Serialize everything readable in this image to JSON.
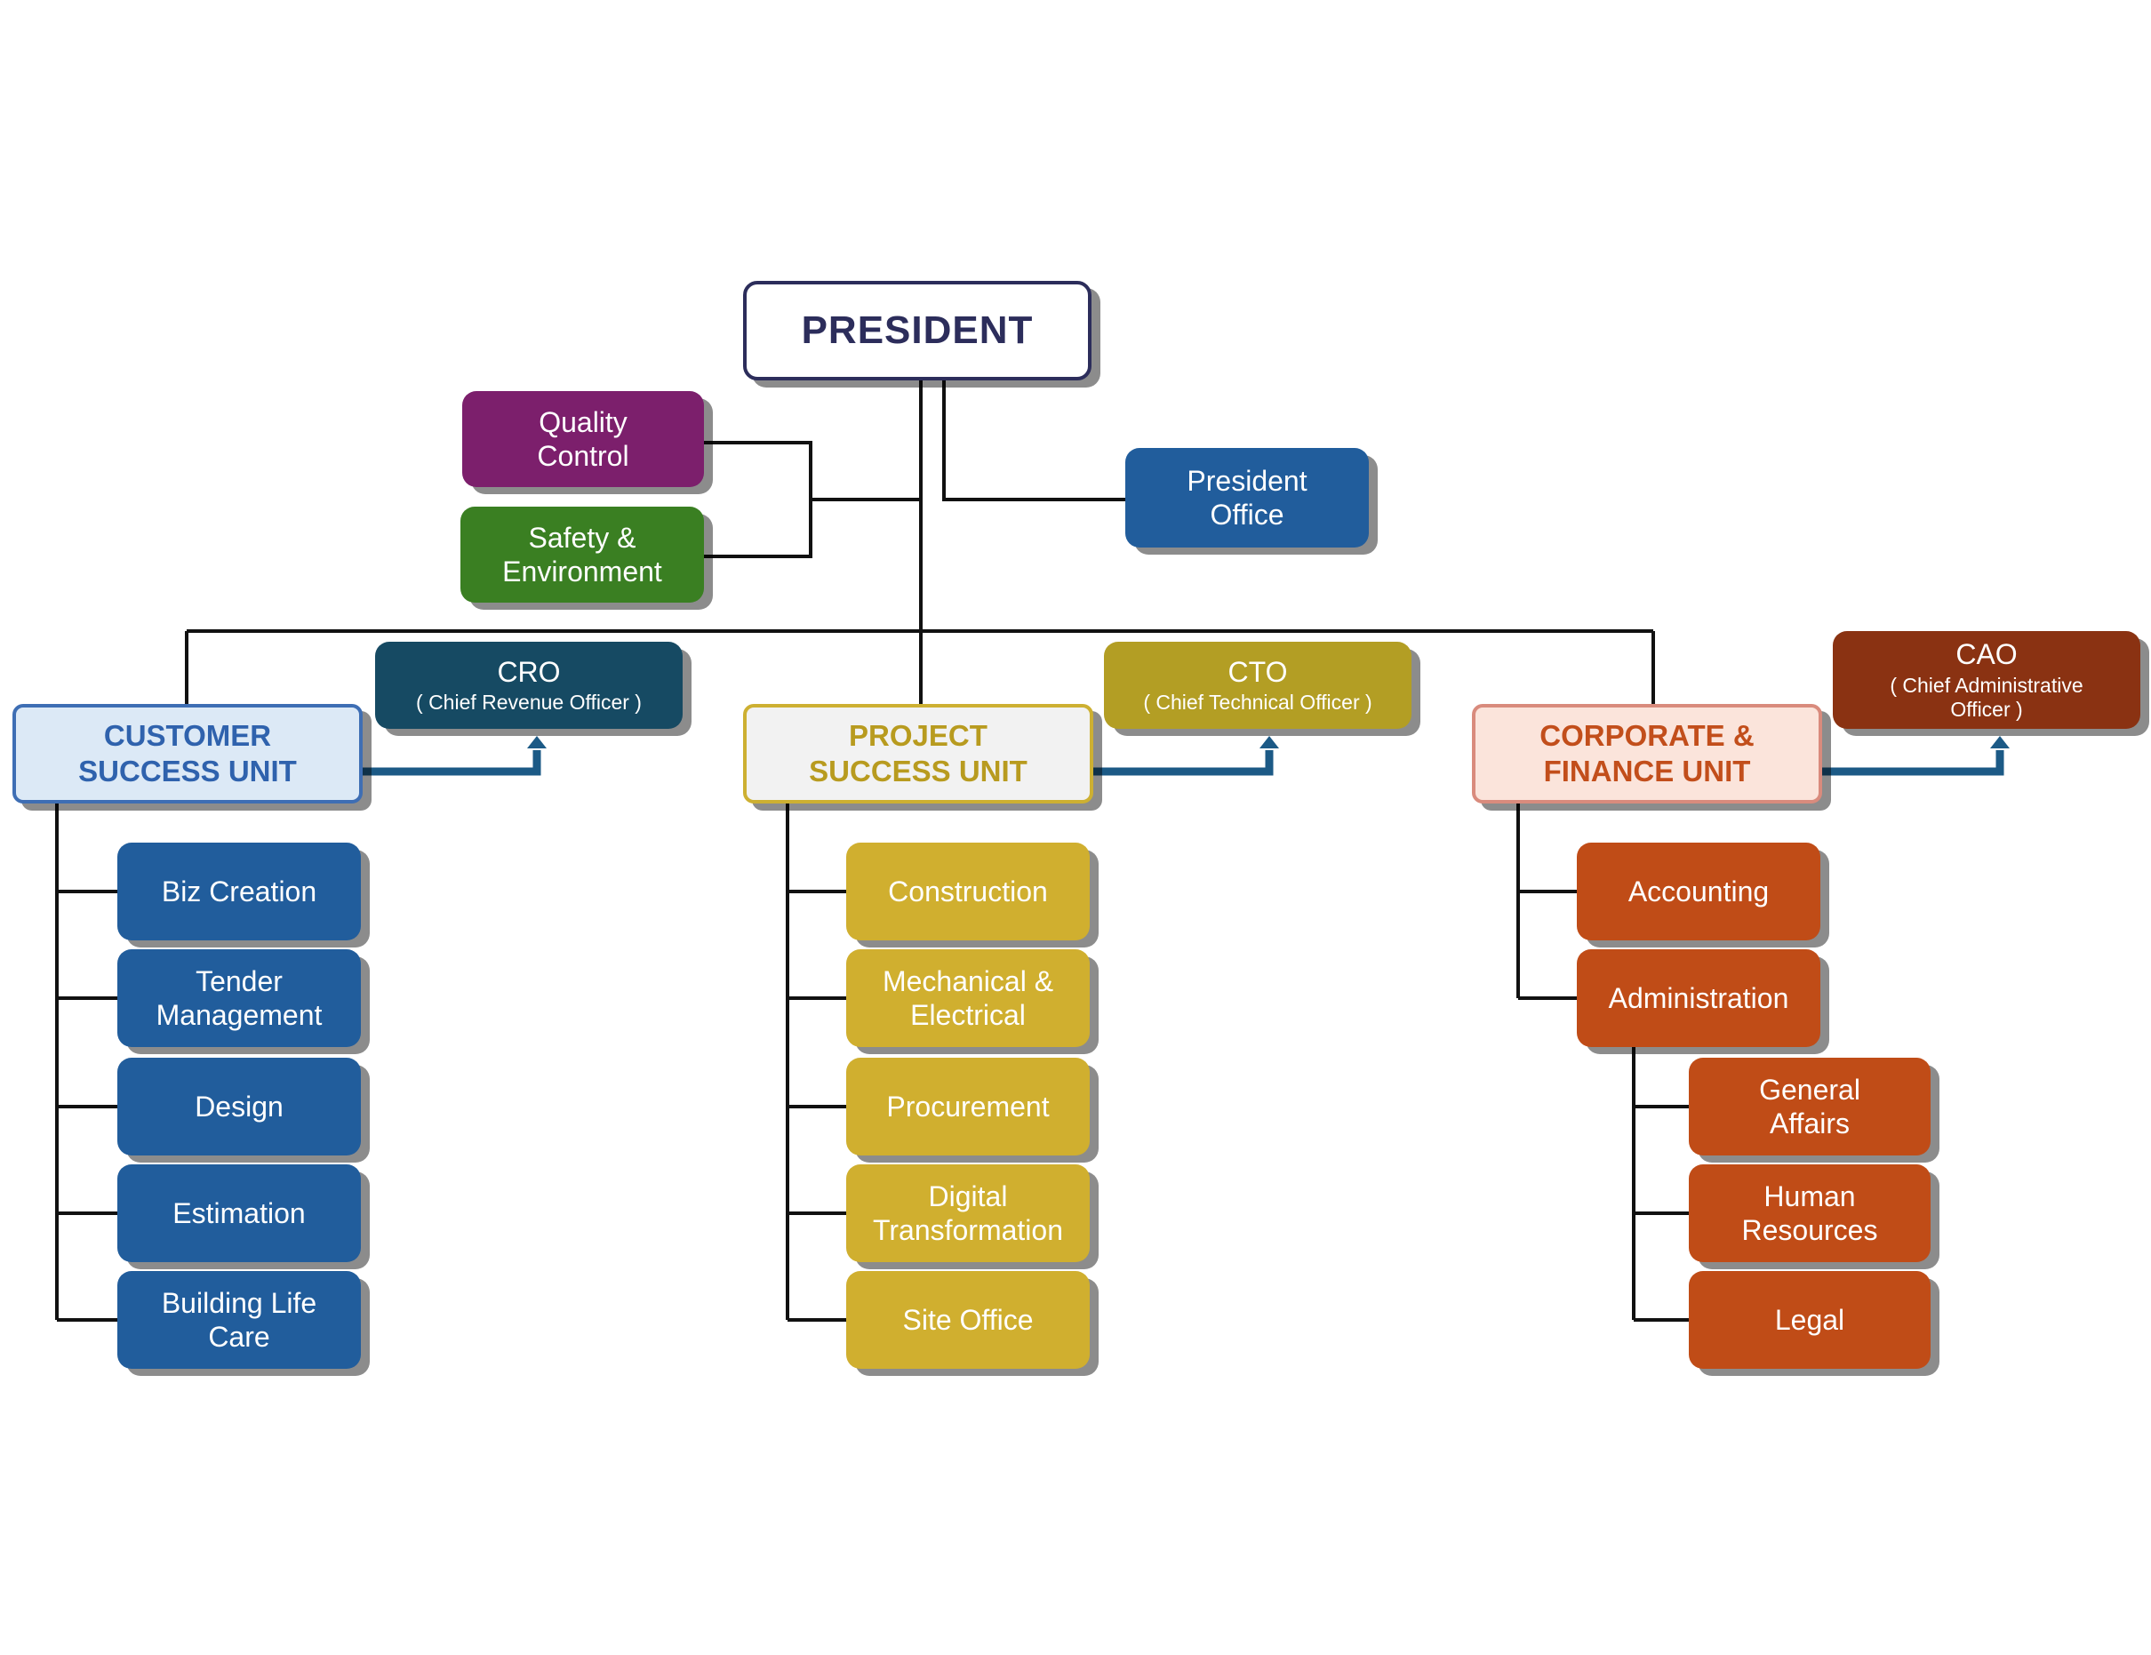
{
  "president": {
    "label": "PRESIDENT"
  },
  "staff": {
    "quality_control": "Quality\nControl",
    "safety_environment": "Safety &\nEnvironment",
    "president_office": "President\nOffice"
  },
  "units": [
    {
      "key": "customer",
      "label": "CUSTOMER\nSUCCESS UNIT",
      "colors": {
        "fill": "#dce9f6",
        "border": "#3e6eb4",
        "text": "#2f62ad"
      },
      "officer": {
        "code": "CRO",
        "title": "( Chief Revenue Officer )",
        "color": "#164a63"
      },
      "departments": [
        "Biz Creation",
        "Tender\nManagement",
        "Design",
        "Estimation",
        "Building Life\nCare"
      ],
      "dept_color": "#215d9c"
    },
    {
      "key": "project",
      "label": "PROJECT\nSUCCESS UNIT",
      "colors": {
        "fill": "#f2f2f2",
        "border": "#cdb032",
        "text": "#b89b1f"
      },
      "officer": {
        "code": "CTO",
        "title": "( Chief Technical Officer )",
        "color": "#b39e24"
      },
      "departments": [
        "Construction",
        "Mechanical &\nElectrical",
        "Procurement",
        "Digital\nTransformation",
        "Site Office"
      ],
      "dept_color": "#d0af2f"
    },
    {
      "key": "corporate",
      "label": "CORPORATE &\nFINANCE UNIT",
      "colors": {
        "fill": "#fbe4db",
        "border": "#d98b7d",
        "text": "#c24e1b"
      },
      "officer": {
        "code": "CAO",
        "title": "( Chief Administrative\nOfficer )",
        "color": "#8a3212"
      },
      "departments": [
        "Accounting",
        "Administration"
      ],
      "sub_departments": [
        "General\nAffairs",
        "Human\nResources",
        "Legal"
      ],
      "dept_color": "#c04c17"
    }
  ],
  "colors": {
    "connector": "#111111",
    "arrow": "#1c5a86"
  }
}
